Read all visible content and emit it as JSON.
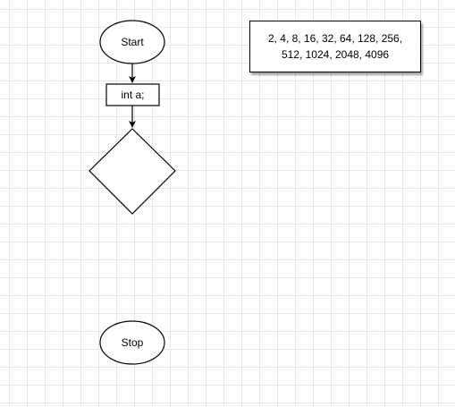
{
  "flowchart": {
    "start_label": "Start",
    "declaration_label": "int a;",
    "decision_label": "",
    "stop_label": "Stop"
  },
  "note": {
    "text": "2, 4, 8, 16, 32, 64, 128, 256, 512, 1024, 2048, 4096"
  },
  "colors": {
    "stroke": "#000000",
    "fill": "#ffffff",
    "grid": "#e6e6e6"
  }
}
